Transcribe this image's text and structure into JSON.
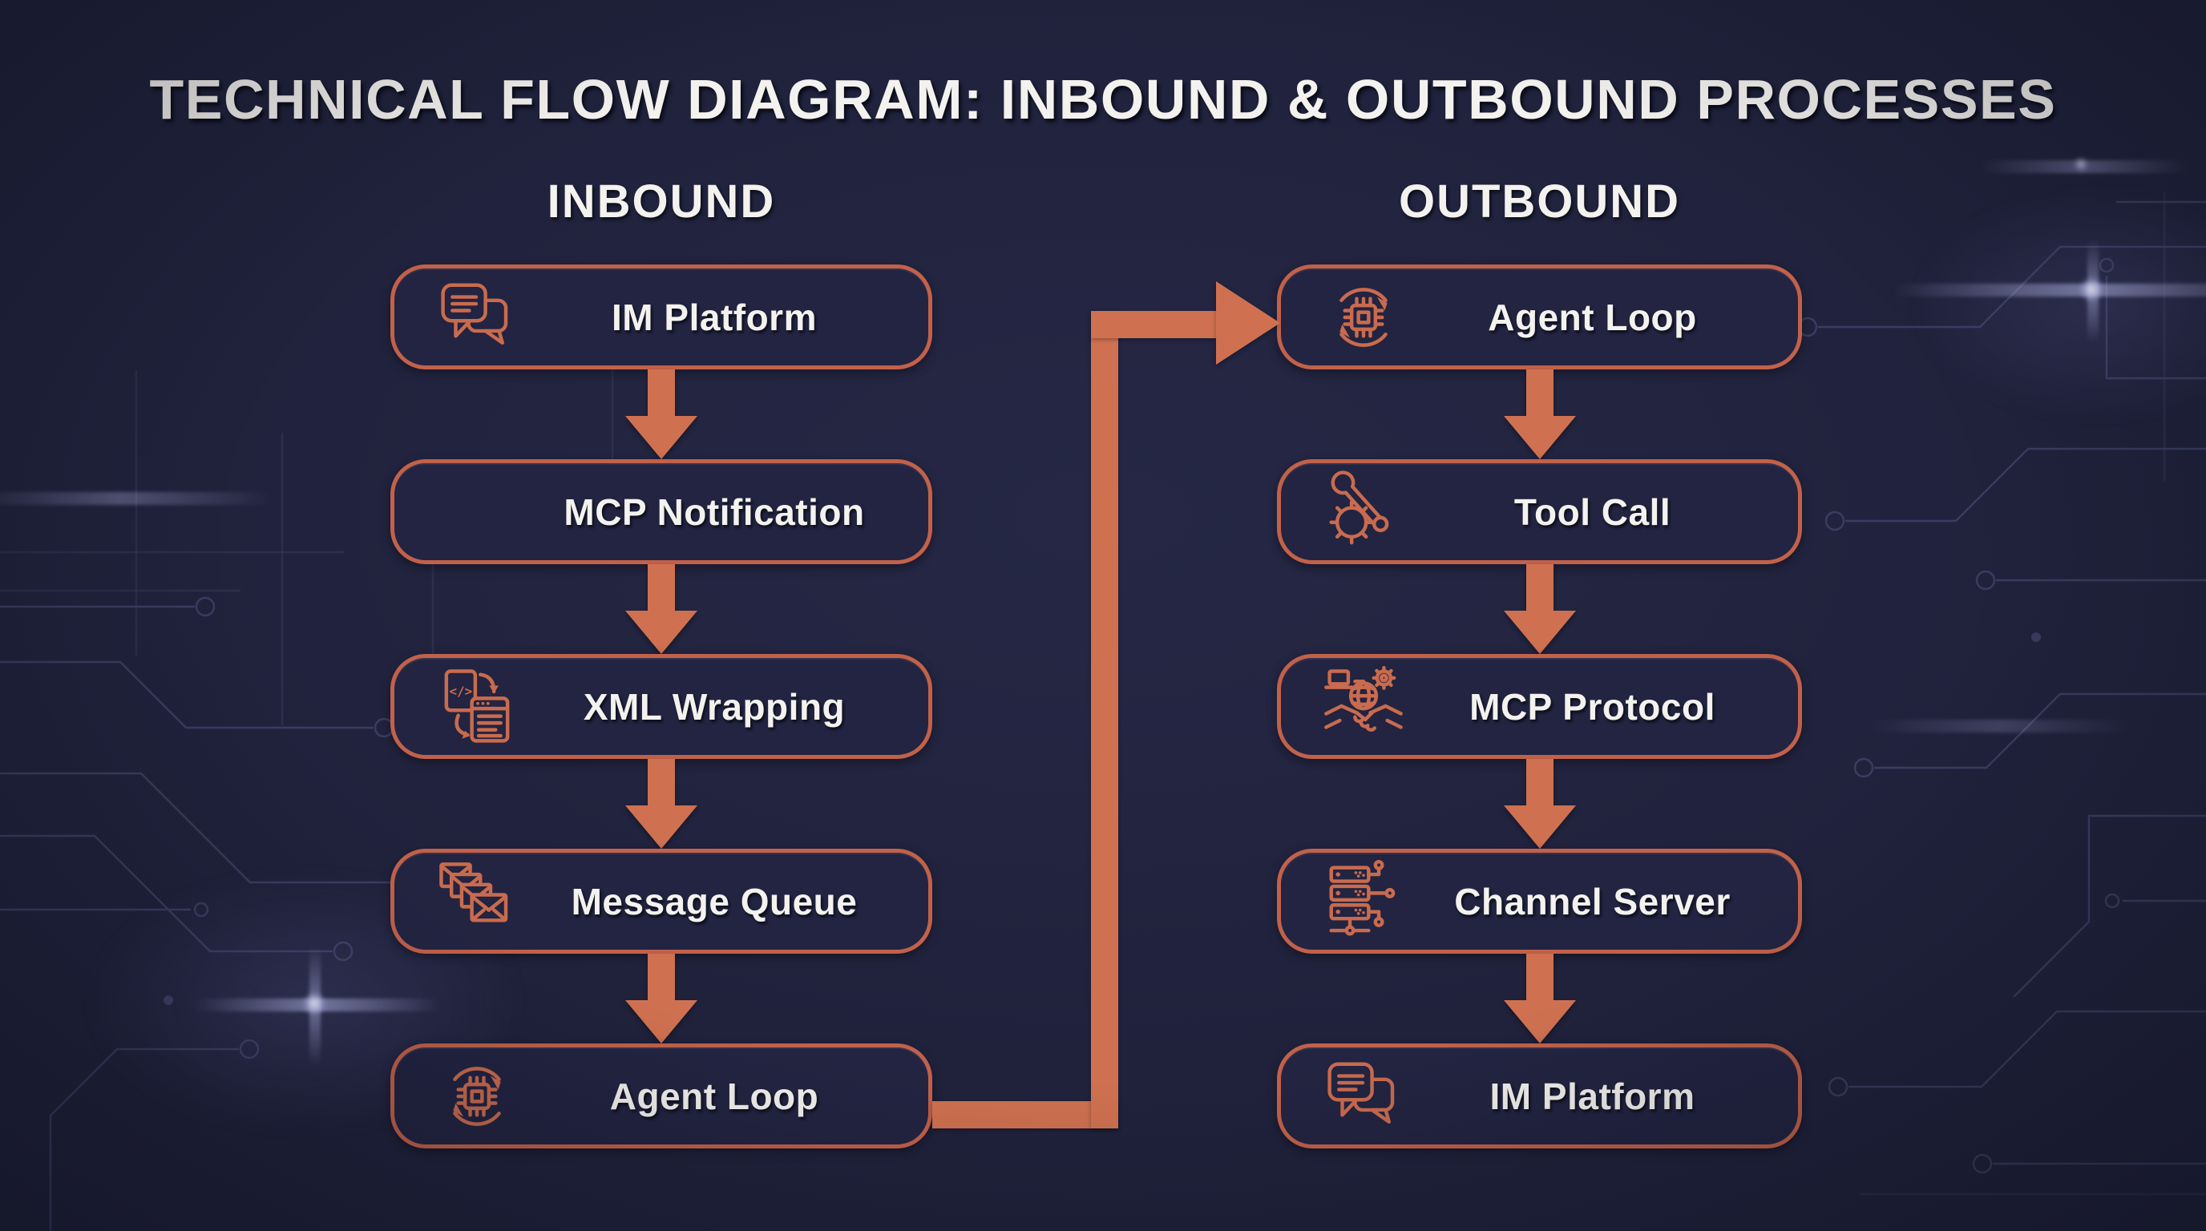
{
  "title": "TECHNICAL FLOW DIAGRAM: INBOUND & OUTBOUND PROCESSES",
  "columns": [
    {
      "id": "inbound",
      "header": "INBOUND",
      "nodes": [
        {
          "label": "IM Platform",
          "icon": "chat-bubbles"
        },
        {
          "label": "MCP Notification",
          "icon": "none"
        },
        {
          "label": "XML Wrapping",
          "icon": "xml-documents"
        },
        {
          "label": "Message Queue",
          "icon": "envelope-stack"
        },
        {
          "label": "Agent Loop",
          "icon": "chip-loop"
        }
      ]
    },
    {
      "id": "outbound",
      "header": "OUTBOUND",
      "nodes": [
        {
          "label": "Agent Loop",
          "icon": "chip-loop"
        },
        {
          "label": "Tool Call",
          "icon": "wrench-gear"
        },
        {
          "label": "MCP Protocol",
          "icon": "handshake-globe"
        },
        {
          "label": "Channel Server",
          "icon": "server-network"
        },
        {
          "label": "IM Platform",
          "icon": "chat-bubbles"
        }
      ]
    }
  ],
  "connector": {
    "from": {
      "column": "inbound",
      "node": "Agent Loop"
    },
    "to": {
      "column": "outbound",
      "node": "Agent Loop"
    },
    "shape": "right-up-right-arrow"
  },
  "colors": {
    "background": "#20223c",
    "box_background": "#222441",
    "box_border": "#c2614a",
    "arrow": "#cf7150",
    "icon_stroke": "#c96b4e",
    "text": "#f4f2ee",
    "circuit_trace": "#3a3d60",
    "glow": "#b9bdf0"
  }
}
